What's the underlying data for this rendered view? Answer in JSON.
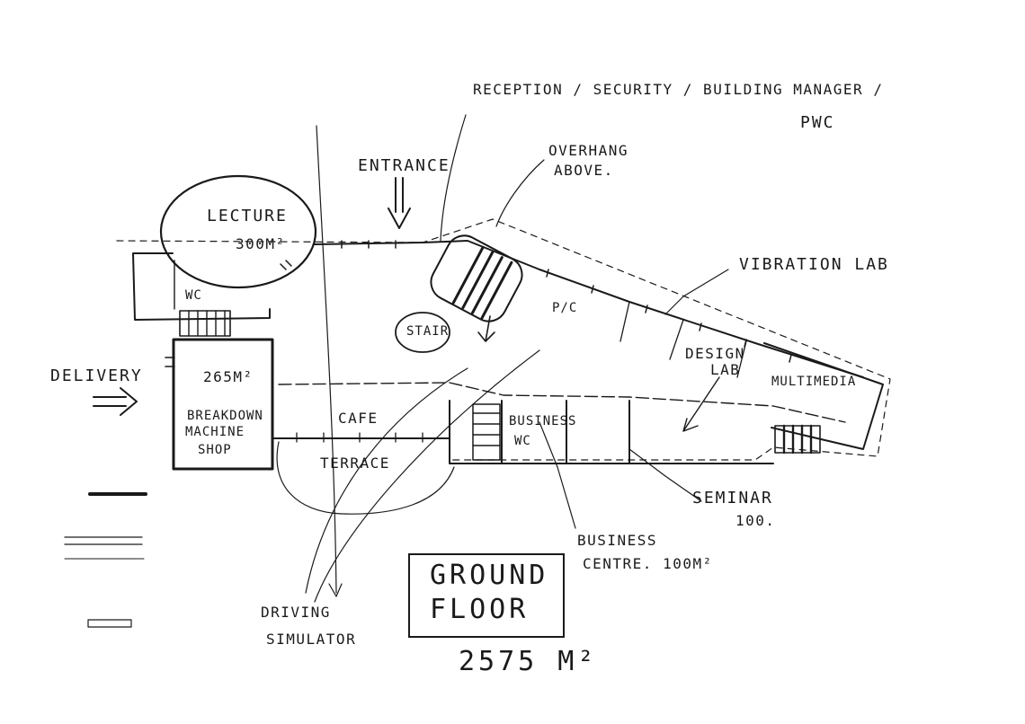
{
  "sheet": {
    "title_line1": "GROUND",
    "title_line2": "FLOOR",
    "area_total": "2575 m²",
    "ink_color": "#1a1a1a"
  },
  "labels": {
    "reception": "RECEPTION / SECURITY / BUILDING MANAGER /",
    "reception_2": "PWC",
    "overhang": "OVERHANG",
    "overhang_2": "ABOVE.",
    "entrance": "ENTRANCE",
    "lecture": "LECTURE",
    "lecture_area": "300m²",
    "wc_left": "WC",
    "vibration_lab": "VIBRATION LAB",
    "design_lab": "DESIGN",
    "design_lab_2": "LAB",
    "multimedia": "MULTIMEDIA",
    "stair": "STAIR",
    "plant": "P/C",
    "delivery": "DELIVERY",
    "workshop_area": "265m²",
    "workshop_line1": "BREAKDOWN",
    "workshop_line2": "MACHINE",
    "workshop_line3": "SHOP",
    "cafe": "CAFE",
    "terrace": "TERRACE",
    "business_wc_1": "BUSINESS",
    "business_wc_2": "WC",
    "seminar": "SEMINAR",
    "seminar_area": "100.",
    "business_centre_1": "BUSINESS",
    "business_centre_2": "CENTRE. 100m²",
    "driving_sim_1": "DRIVING",
    "driving_sim_2": "SIMULATOR"
  },
  "icons": {
    "entrance_arrow": "down-arrow-icon",
    "delivery_arrow": "right-arrow-icon"
  }
}
